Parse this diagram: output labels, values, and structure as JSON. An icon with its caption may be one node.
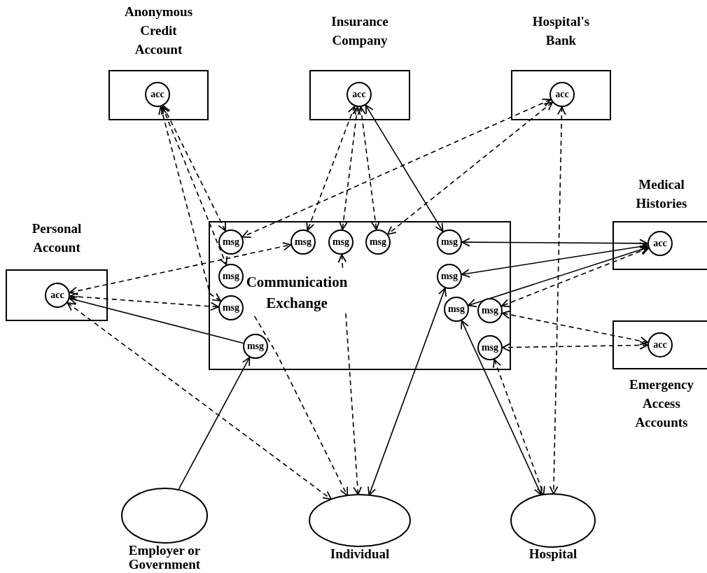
{
  "diagram": {
    "nodes": [
      {
        "text": [
          "Anonymous Credit Account"
        ]
      },
      {
        "text": [
          "acc"
        ],
        "in": 0
      },
      {
        "text": [
          "Insurance Company"
        ]
      },
      {
        "text": [
          "acc"
        ],
        "in": 2
      },
      {
        "text": [
          "Hospital's Bank"
        ]
      },
      {
        "text": [
          "acc"
        ],
        "in": 4
      },
      {
        "text": [
          "Medical Histories"
        ]
      },
      {
        "text": [
          "acc"
        ],
        "in": 6
      },
      {
        "text": [
          "Personal Account"
        ]
      },
      {
        "text": [
          "acc"
        ],
        "in": 8
      },
      {
        "text": [
          "Communication Exchange"
        ]
      },
      {
        "text": [
          "msg"
        ],
        "in": 10
      },
      {
        "text": [
          "msg"
        ],
        "in": 10
      },
      {
        "text": [
          "msg"
        ],
        "in": 10
      },
      {
        "text": [
          "msg"
        ],
        "in": 10
      },
      {
        "text": [
          "msg"
        ],
        "in": 10
      },
      {
        "text": [
          "msg"
        ],
        "in": 10
      },
      {
        "text": [
          "msg"
        ],
        "in": 10
      },
      {
        "text": [
          "msg"
        ],
        "in": 10
      },
      {
        "text": [
          "msg"
        ],
        "in": 10
      },
      {
        "text": [
          "msg"
        ],
        "in": 10
      },
      {
        "text": [
          "msg"
        ],
        "in": 10
      },
      {
        "text": [
          "msg"
        ],
        "in": 10
      },
      {
        "text": [
          "Emergency Access Accounts"
        ]
      },
      {
        "text": [
          "acc"
        ],
        "in": 23
      },
      {
        "text": [
          "Employer or Government"
        ]
      },
      {
        "text": [
          "Individual"
        ]
      },
      {
        "text": [
          "Hospital"
        ]
      }
    ],
    "edges": [
      {
        "from": 1,
        "to": 11,
        "arrow": "both",
        "style": "dashed"
      },
      {
        "from": 1,
        "to": 16,
        "arrow": "both",
        "style": "dashed"
      },
      {
        "from": 1,
        "to": 18,
        "arrow": "both",
        "style": "dashed"
      },
      {
        "from": 3,
        "to": 12,
        "arrow": "both",
        "style": "dashed"
      },
      {
        "from": 3,
        "to": 13,
        "arrow": "both",
        "style": "dashed"
      },
      {
        "from": 3,
        "to": 14,
        "arrow": "both",
        "style": "dashed"
      },
      {
        "from": 3,
        "to": 15,
        "arrow": "both"
      },
      {
        "from": 5,
        "to": 11,
        "arrow": "both",
        "style": "dashed"
      },
      {
        "from": 5,
        "to": 14,
        "arrow": "both",
        "style": "dashed"
      },
      {
        "from": 5,
        "to": 27,
        "arrow": "both",
        "style": "dashed"
      },
      {
        "from": 7,
        "to": 15,
        "arrow": "both"
      },
      {
        "from": 7,
        "to": 17,
        "arrow": "both"
      },
      {
        "from": 7,
        "to": 19,
        "arrow": "both"
      },
      {
        "from": 7,
        "to": 20,
        "arrow": "both",
        "style": "dashed"
      },
      {
        "from": 9,
        "to": 12,
        "arrow": "both",
        "style": "dashed"
      },
      {
        "from": 9,
        "to": 18,
        "arrow": "both",
        "style": "dashed"
      },
      {
        "from": 21,
        "to": 9,
        "arrow": "to"
      },
      {
        "from": 9,
        "to": 26,
        "arrow": "both",
        "style": "dashed"
      },
      {
        "from": 25,
        "to": 21,
        "arrow": "to"
      },
      {
        "from": 16,
        "to": 26,
        "arrow": "both",
        "style": "dashed"
      },
      {
        "from": 13,
        "to": 26,
        "arrow": "both",
        "style": "dashed"
      },
      {
        "from": 17,
        "to": 26,
        "arrow": "both"
      },
      {
        "from": 24,
        "to": 20,
        "arrow": "both",
        "style": "dashed"
      },
      {
        "from": 24,
        "to": 22,
        "arrow": "both",
        "style": "dashed"
      },
      {
        "from": 19,
        "to": 27,
        "arrow": "both"
      },
      {
        "from": 22,
        "to": 27,
        "arrow": "both",
        "style": "dashed"
      }
    ]
  }
}
